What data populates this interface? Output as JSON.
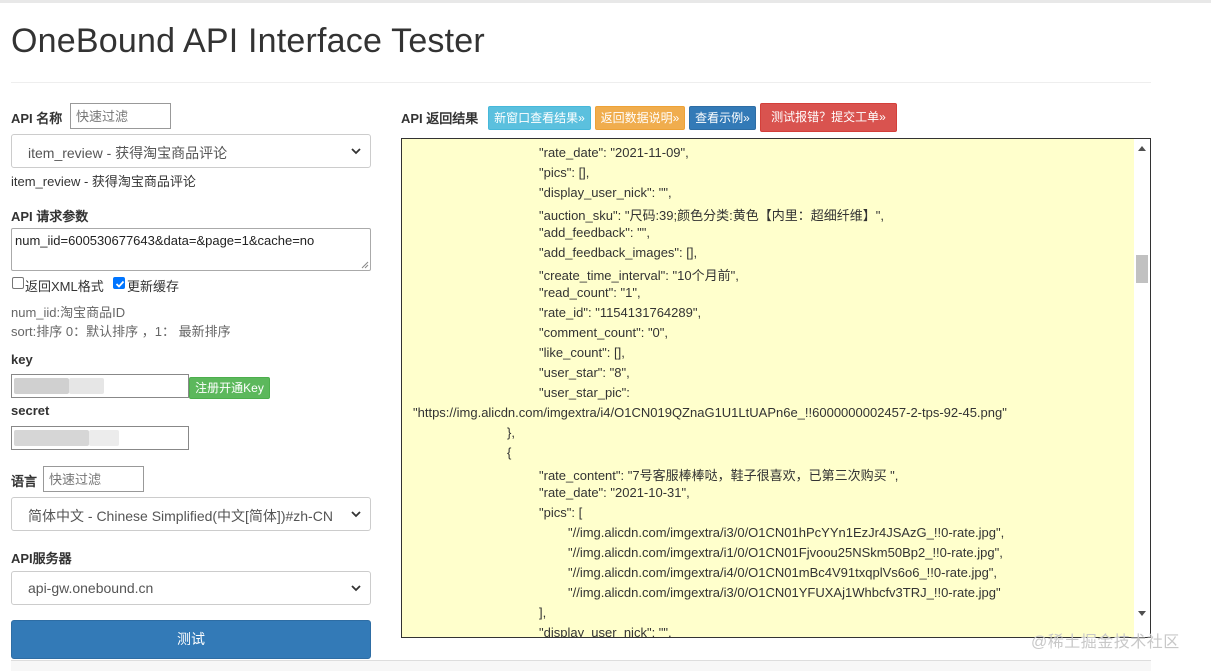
{
  "page": {
    "title": "OneBound API Interface Tester"
  },
  "api_name": {
    "label": "API 名称",
    "filter_placeholder": "快速过滤",
    "selected": "item_review - 获得淘宝商品评论",
    "description": "item_review - 获得淘宝商品评论"
  },
  "params": {
    "label": "API 请求参数",
    "value": "num_iid=600530677643&data=&page=1&cache=no",
    "xml_checkbox": {
      "label": "返回XML格式",
      "checked": false
    },
    "cache_checkbox": {
      "label": "更新缓存",
      "checked": true
    },
    "help": [
      "num_iid:淘宝商品ID",
      "sort:排序 0：默认排序 ，1： 最新排序"
    ]
  },
  "key": {
    "label": "key",
    "register_button": "注册开通Key"
  },
  "secret": {
    "label": "secret"
  },
  "language": {
    "label": "语言",
    "filter_placeholder": "快速过滤",
    "selected": "简体中文 - Chinese Simplified(中文[简体])#zh-CN"
  },
  "server": {
    "label": "API服务器",
    "selected": "api-gw.onebound.cn"
  },
  "test_button": "测试",
  "result": {
    "label": "API 返回结果",
    "buttons": [
      "新窗口查看结果»",
      "返回数据说明»",
      "查看示例»",
      "测试报错？提交工单»"
    ],
    "lines": [
      "\"rate_date\": \"2021-11-09\",",
      "\"pics\": [],",
      "\"display_user_nick\": \"\",",
      "\"auction_sku\": \"尺码:39;颜色分类:黄色【内里：超细纤维】\",",
      "\"add_feedback\": \"\",",
      "\"add_feedback_images\": [],",
      "\"create_time_interval\": \"10个月前\",",
      "\"read_count\": \"1\",",
      "\"rate_id\": \"1154131764289\",",
      "\"comment_count\": \"0\",",
      "\"like_count\": [],",
      "\"user_star\": \"8\",",
      "\"user_star_pic\":",
      "\"https://img.alicdn.com/imgextra/i4/O1CN019QZnaG1U1LtUAPn6e_!!6000000002457-2-tps-92-45.png\"",
      "},",
      "{",
      "\"rate_content\": \"7号客服棒棒哒，鞋子很喜欢，已第三次购买 \",",
      "\"rate_date\": \"2021-10-31\",",
      "\"pics\": [",
      "\"//img.alicdn.com/imgextra/i3/0/O1CN01hPcYYn1EzJr4JSAzG_!!0-rate.jpg\",",
      "\"//img.alicdn.com/imgextra/i1/0/O1CN01Fjvoou25NSkm50Bp2_!!0-rate.jpg\",",
      "\"//img.alicdn.com/imgextra/i4/0/O1CN01mBc4V91txqplVs6o6_!!0-rate.jpg\",",
      "\"//img.alicdn.com/imgextra/i3/0/O1CN01YFUXAj1Whbcfv3TRJ_!!0-rate.jpg\"",
      "],",
      "\"display_user_nick\": \"\","
    ]
  },
  "watermark": "@稀土掘金技术社区"
}
